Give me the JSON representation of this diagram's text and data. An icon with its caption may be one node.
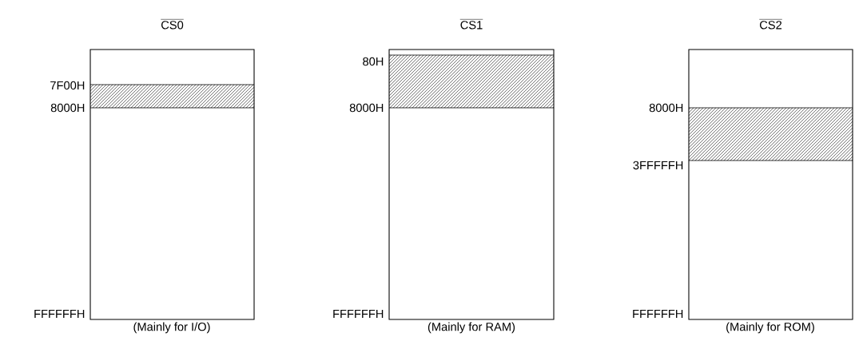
{
  "diagram": {
    "nodes": [
      {
        "text": [
          "CS0"
        ],
        "beside": [
          "7F00H",
          "8000H",
          "FFFFFFH",
          "(Mainly for I/O)"
        ]
      },
      {
        "text": [
          "CS1"
        ],
        "beside": [
          "80H",
          "8000H",
          "FFFFFFH",
          "(Mainly for RAM)"
        ]
      },
      {
        "text": [
          "CS2"
        ],
        "beside": [
          "8000H",
          "3FFFFFH",
          "FFFFFFH",
          "(Mainly for ROM)"
        ]
      }
    ],
    "edges": []
  }
}
